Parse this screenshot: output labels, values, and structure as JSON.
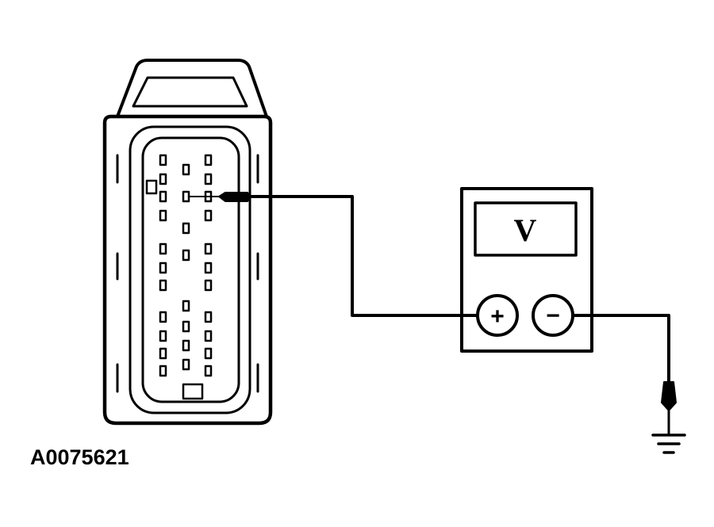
{
  "figure": {
    "id": "A0075621"
  },
  "meter": {
    "display_symbol": "V",
    "positive_terminal_symbol": "+",
    "negative_terminal_symbol": "−"
  },
  "colors": {
    "ink": "#000000",
    "background": "#ffffff"
  },
  "icons": [
    "connector",
    "multimeter",
    "test-probe",
    "ground-symbol"
  ]
}
